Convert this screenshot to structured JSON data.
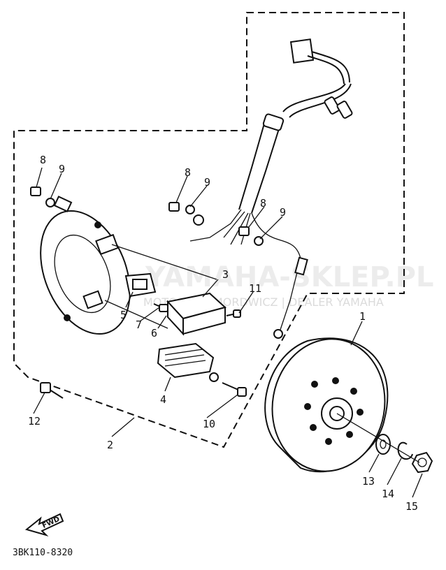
{
  "diagram": {
    "drawing_code": "3BK110-8320",
    "direction_marker": "FWD",
    "watermark": "YAMAHA-SKLEP.PL",
    "watermark_sub": "MOTOCICLE MORDWICZ | DEALER YAMAHA",
    "callouts": {
      "c1": "1",
      "c2": "2",
      "c3": "3",
      "c4": "4",
      "c5": "5",
      "c6": "6",
      "c7": "7",
      "c8a": "8",
      "c8b": "8",
      "c8c": "8",
      "c9a": "9",
      "c9b": "9",
      "c9c": "9",
      "c10": "10",
      "c11": "11",
      "c12": "12",
      "c13": "13",
      "c14": "14",
      "c15": "15"
    }
  }
}
